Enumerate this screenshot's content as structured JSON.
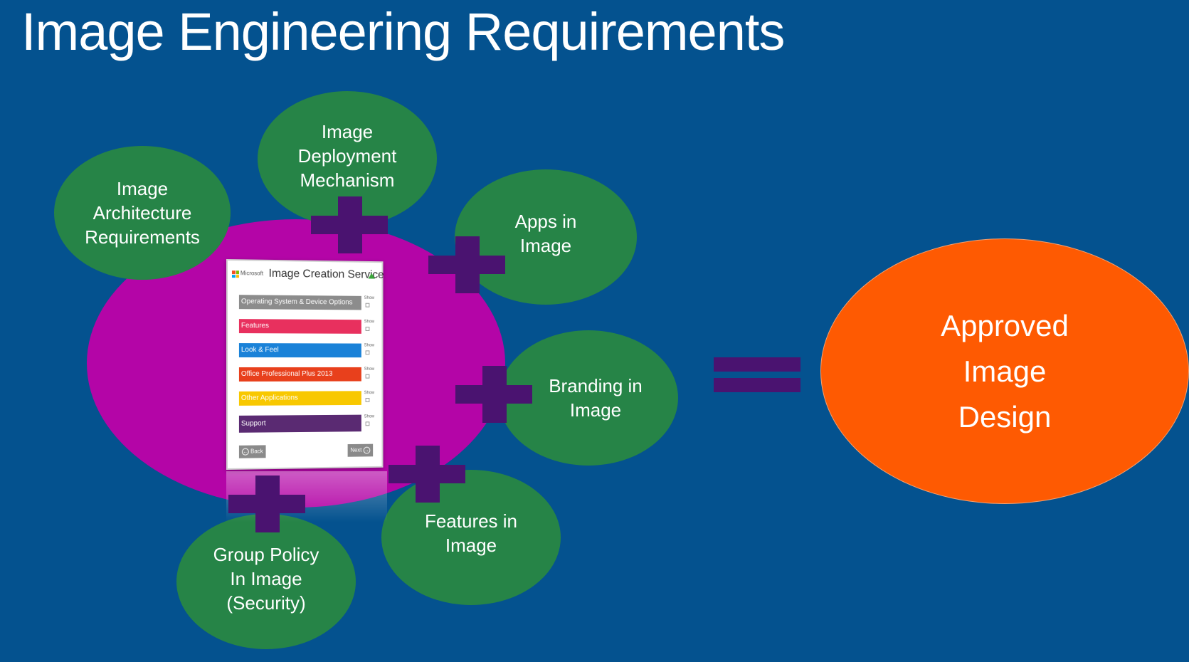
{
  "title": "Image Engineering Requirements",
  "colors": {
    "background": "#04528f",
    "bubble": "#268447",
    "blob": "#b405a7",
    "plus": "#4a1370",
    "result": "#fe5a02"
  },
  "bubbles": [
    {
      "id": "image-architecture-requirements",
      "lines": [
        "Image",
        "Architecture",
        "Requirements"
      ]
    },
    {
      "id": "image-deployment-mechanism",
      "lines": [
        "Image",
        "Deployment",
        "Mechanism"
      ]
    },
    {
      "id": "apps-in-image",
      "lines": [
        "Apps in",
        "Image"
      ]
    },
    {
      "id": "branding-in-image",
      "lines": [
        "Branding in",
        "Image"
      ]
    },
    {
      "id": "features-in-image",
      "lines": [
        "Features in",
        "Image"
      ]
    },
    {
      "id": "group-policy-in-image",
      "lines": [
        "Group Policy",
        "In Image",
        "(Security)"
      ]
    }
  ],
  "result": {
    "lines": [
      "Approved",
      "Image",
      "Design"
    ]
  },
  "app_window": {
    "brand": "Microsoft",
    "title": "Image Creation Service",
    "home_icon": "home-icon",
    "options": [
      {
        "label": "Operating System & Device Options",
        "color": "#8c8c8c",
        "show": "Show"
      },
      {
        "label": "Features",
        "color": "#e8305e",
        "show": "Show"
      },
      {
        "label": "Look & Feel",
        "color": "#1a82d8",
        "show": "Show"
      },
      {
        "label": "Office Professional Plus 2013",
        "color": "#e8401c",
        "show": "Show"
      },
      {
        "label": "Other Applications",
        "color": "#f8c800",
        "show": "Show"
      },
      {
        "label": "Support",
        "color": "#5a2a72",
        "show": "Show"
      }
    ],
    "back_label": "Back",
    "next_label": "Next"
  }
}
